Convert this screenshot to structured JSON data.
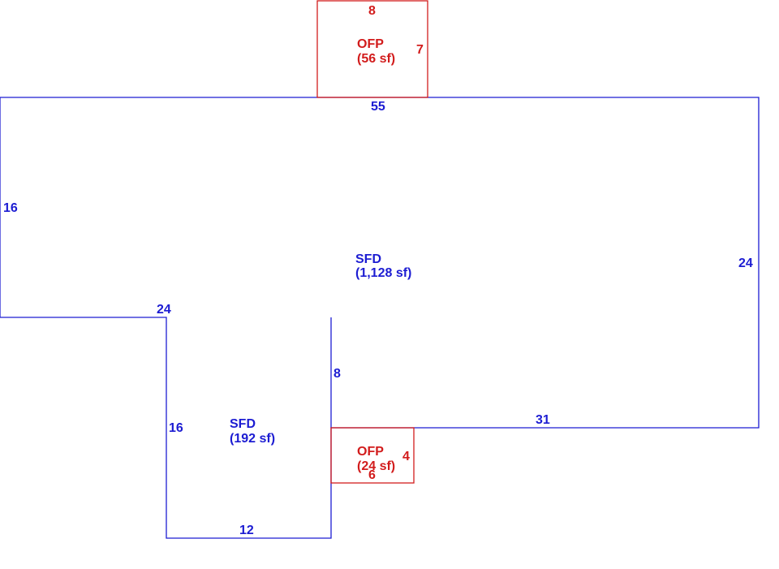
{
  "colors": {
    "living": "#1c1cd2",
    "porch": "#d21c1c",
    "background": "#ffffff"
  },
  "areas": {
    "main_house": {
      "code": "SFD",
      "area": "(1,128 sf)"
    },
    "wing": {
      "code": "SFD",
      "area": "(192 sf)"
    },
    "front_porch": {
      "code": "OFP",
      "area": "(56 sf)"
    },
    "side_porch": {
      "code": "OFP",
      "area": "(24 sf)"
    }
  },
  "dimensions": {
    "main_top": "55",
    "main_left": "16",
    "main_right": "24",
    "main_bottom_left": "24",
    "main_bottom_right": "31",
    "wing_right": "8",
    "wing_left": "16",
    "wing_bottom": "12",
    "front_porch_top": "8",
    "front_porch_right": "7",
    "side_porch_right": "4",
    "side_porch_bottom": "6"
  }
}
